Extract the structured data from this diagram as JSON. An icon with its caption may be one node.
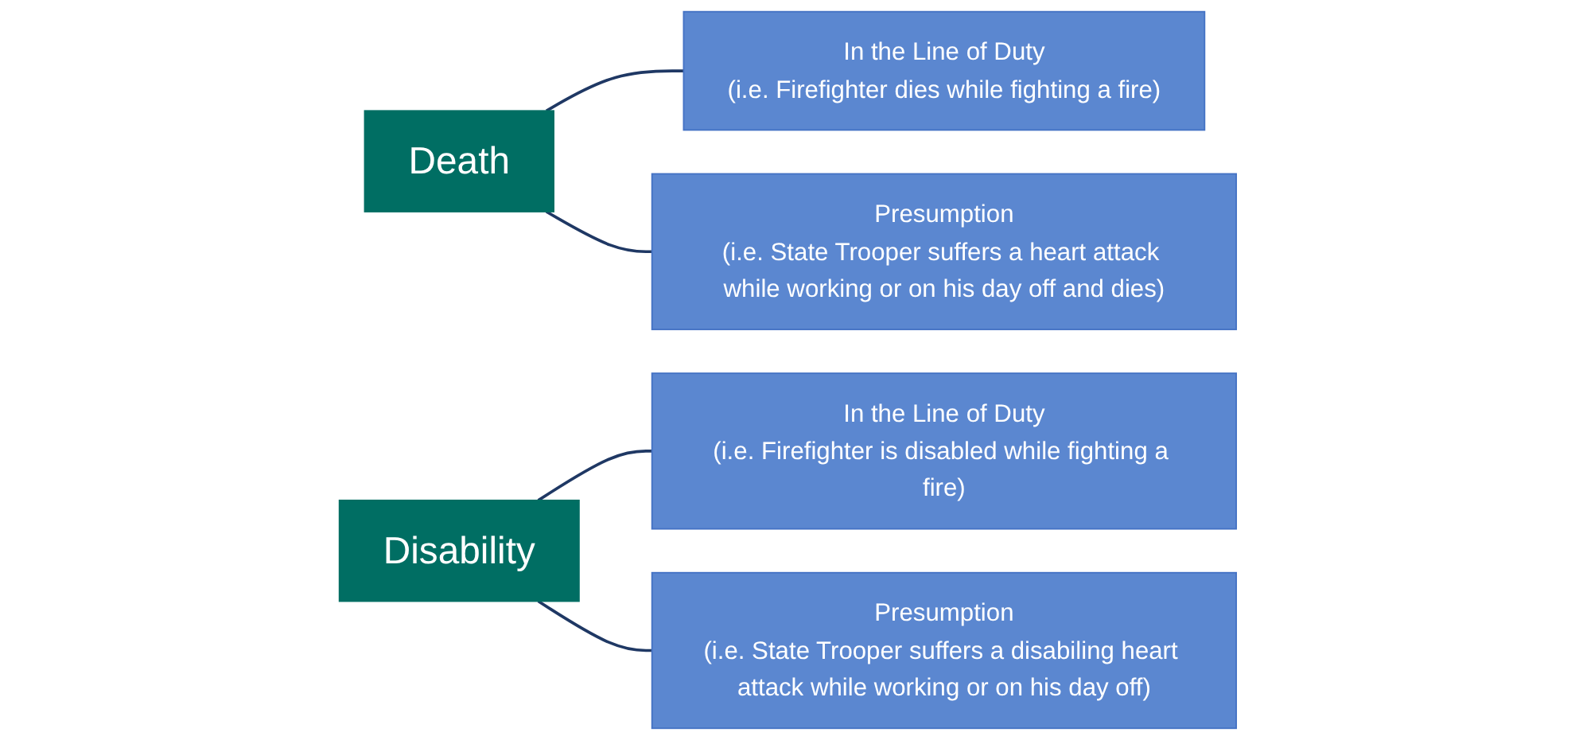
{
  "diagram": {
    "nodes": [
      {
        "text": [
          "Death"
        ]
      },
      {
        "text": [
          "In the Line of Duty",
          "(i.e. Firefighter dies while fighting a fire)"
        ]
      },
      {
        "text": [
          "Presumption",
          "(i.e. State Trooper suffers a heart attack while working or on his day off and dies)"
        ]
      },
      {
        "text": [
          "Disability"
        ]
      },
      {
        "text": [
          "In the Line of Duty",
          "(i.e. Firefighter is disabled while fighting a fire)"
        ]
      },
      {
        "text": [
          "Presumption",
          "(i.e. State Trooper suffers a disabiling heart attack while working or on his day off)"
        ]
      }
    ],
    "edges": [
      {
        "from": 0,
        "to": 1,
        "arrow": "none"
      },
      {
        "from": 0,
        "to": 2,
        "arrow": "none"
      },
      {
        "from": 3,
        "to": 4,
        "arrow": "none"
      },
      {
        "from": 3,
        "to": 5,
        "arrow": "none"
      }
    ]
  }
}
